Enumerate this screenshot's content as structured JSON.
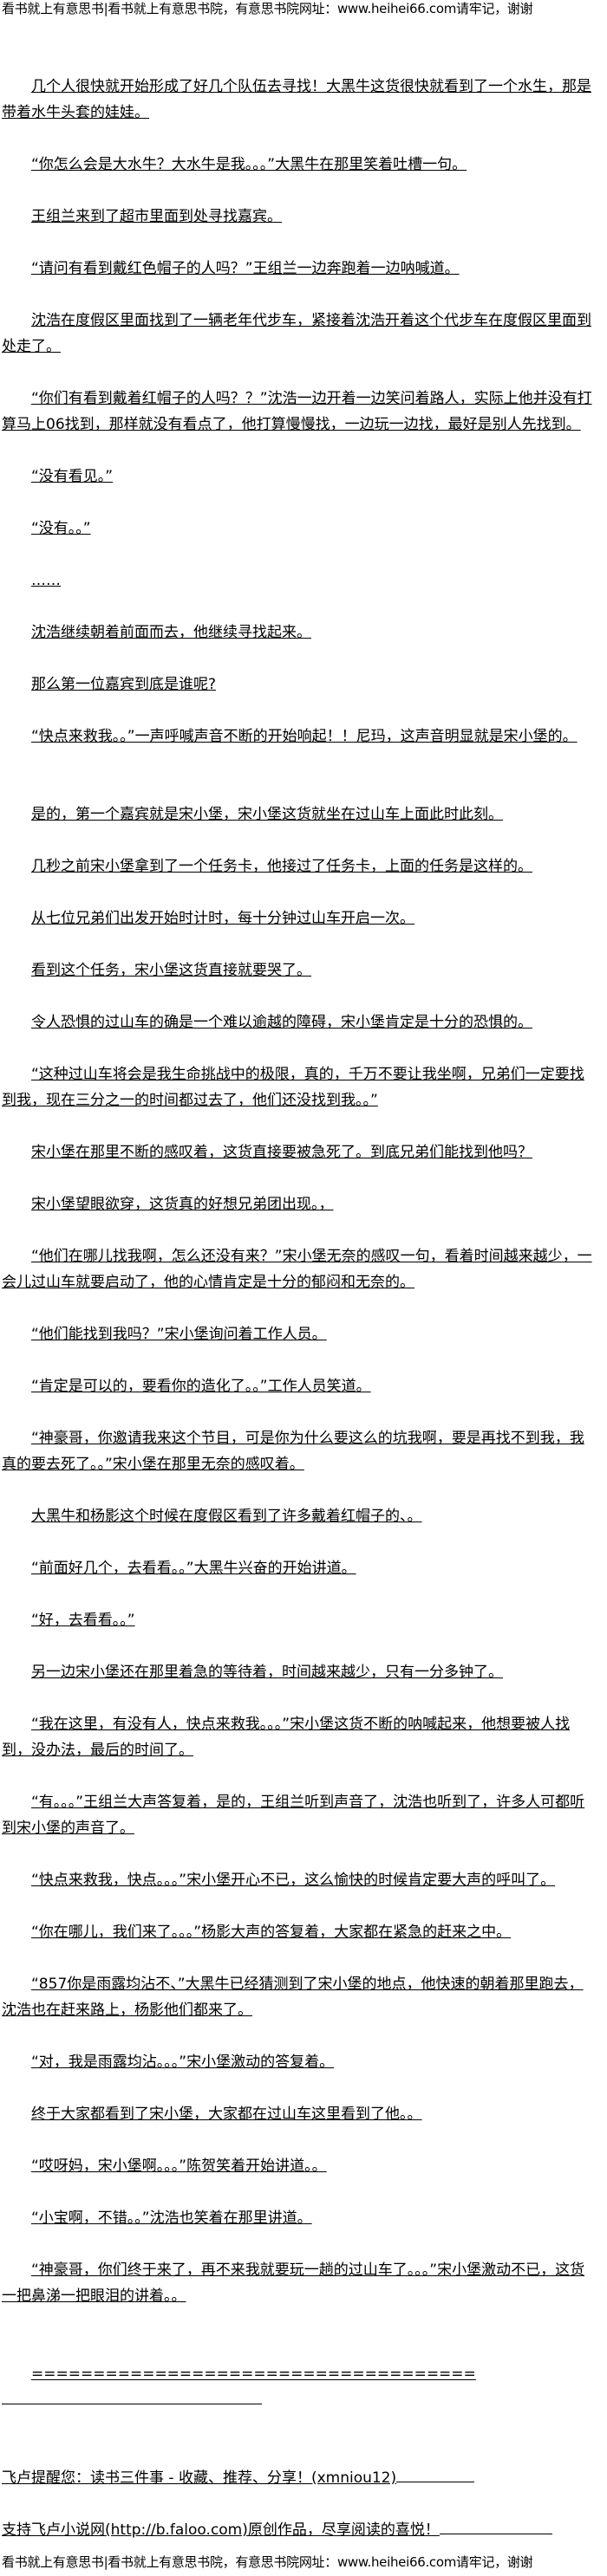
{
  "banner": "看书就上有意思书|看书就上有意思书院，有意思书院网址：www.heihei66.com请牢记，谢谢",
  "paragraphs": [
    "几个人很快就开始形成了好几个队伍去寻找！大黑牛这货很快就看到了一个水生，那是带着水牛头套的娃娃。",
    "“你怎么会是大水牛？大水牛是我。。。”大黑牛在那里笑着吐槽一句。",
    "王组兰来到了超市里面到处寻找嘉宾。",
    "“请问有看到戴红色帽子的人吗？”王组兰一边奔跑着一边呐喊道。",
    "沈浩在度假区里面找到了一辆老年代步车，紧接着沈浩开着这个代步车在度假区里面到处走了。",
    "“你们有看到戴着红帽子的人吗？？”沈浩一边开着一边笑问着路人，实际上他并没有打算马上06找到，那样就没有看点了，他打算慢慢找，一边玩一边找，最好是别人先找到。",
    "“没有看见。”",
    "“没有。。”",
    "……",
    "沈浩继续朝着前面而去，他继续寻找起来。",
    "那么第一位嘉宾到底是谁呢?",
    "“快点来救我。。”一声呼喊声音不断的开始响起！！尼玛，这声音明显就是宋小堡的。",
    "是的，第一个嘉宾就是宋小堡，宋小堡这货就坐在过山车上面此时此刻。",
    "几秒之前宋小堡拿到了一个任务卡，他接过了任务卡，上面的任务是这样的。",
    "从七位兄弟们出发开始时计时，每十分钟过山车开启一次。",
    "看到这个任务，宋小堡这货直接就要哭了。",
    "令人恐惧的过山车的确是一个难以逾越的障碍，宋小堡肯定是十分的恐惧的。",
    "“这种过山车将会是我生命挑战中的极限，真的，千万不要让我坐啊，兄弟们一定要找到我，现在三分之一的时间都过去了，他们还没找到我。。”",
    "宋小堡在那里不断的感叹着，这货直接要被急死了。到底兄弟们能找到他吗？",
    "宋小堡望眼欲穿，这货真的好想兄弟团出现。，",
    "“他们在哪儿找我啊，怎么还没有来？”宋小堡无奈的感叹一句，看着时间越来越少，一会儿过山车就要启动了，他的心情肯定是十分的郁闷和无奈的。",
    "“他们能找到我吗？”宋小堡询问着工作人员。",
    "“肯定是可以的，要看你的造化了。。”工作人员笑道。",
    "“神豪哥，你邀请我来这个节目，可是你为什么要这么的坑我啊，要是再找不到我，我真的要去死了。。”宋小堡在那里无奈的感叹着。",
    "大黑牛和杨影这个时候在度假区看到了许多戴着红帽子的、。",
    "“前面好几个，去看看。。”大黑牛兴奋的开始讲道。",
    "“好，去看看。。”",
    "另一边宋小堡还在那里着急的等待着，时间越来越少，只有一分多钟了。",
    "“我在这里，有没有人，快点来救我。。。”宋小堡这货不断的呐喊起来，他想要被人找到，没办法，最后的时间了。",
    "“有。。。”王组兰大声答复着，是的，王组兰听到声音了，沈浩也听到了，许多人可都听到宋小堡的声音了。",
    "“快点来救我，快点。。。”宋小堡开心不已，这么愉快的时候肯定要大声的呼叫了。",
    "“你在哪儿，我们来了。。。”杨影大声的答复着，大家都在紧急的赶来之中。",
    "“857你是雨露均沾不、”大黑牛已经猜测到了宋小堡的地点，他快速的朝着那里跑去，沈浩也在赶来路上，杨影他们都来了。",
    "“对，我是雨露均沾。。。”宋小堡激动的答复着。",
    "终于大家都看到了宋小堡，大家都在过山车这里看到了他。。",
    "“哎呀妈，宋小堡啊。。。”陈贺笑着开始讲道。。",
    "“小宝啊，不错。。”沈浩也笑着在那里讲道。",
    "“神豪哥，你们终于来了，再不来我就要玩一趟的过山车了。。。”宋小堡激动不已，这货一把鼻涕一把眼泪的讲着。。"
  ],
  "separator": "====================================",
  "notice": "飞卢提醒您：读书三件事 - 收藏、推荐、分享！(xmniou12)",
  "support": "支持飞卢小说网(http://b.faloo.com)原创作品，尽享阅读的喜悦！"
}
